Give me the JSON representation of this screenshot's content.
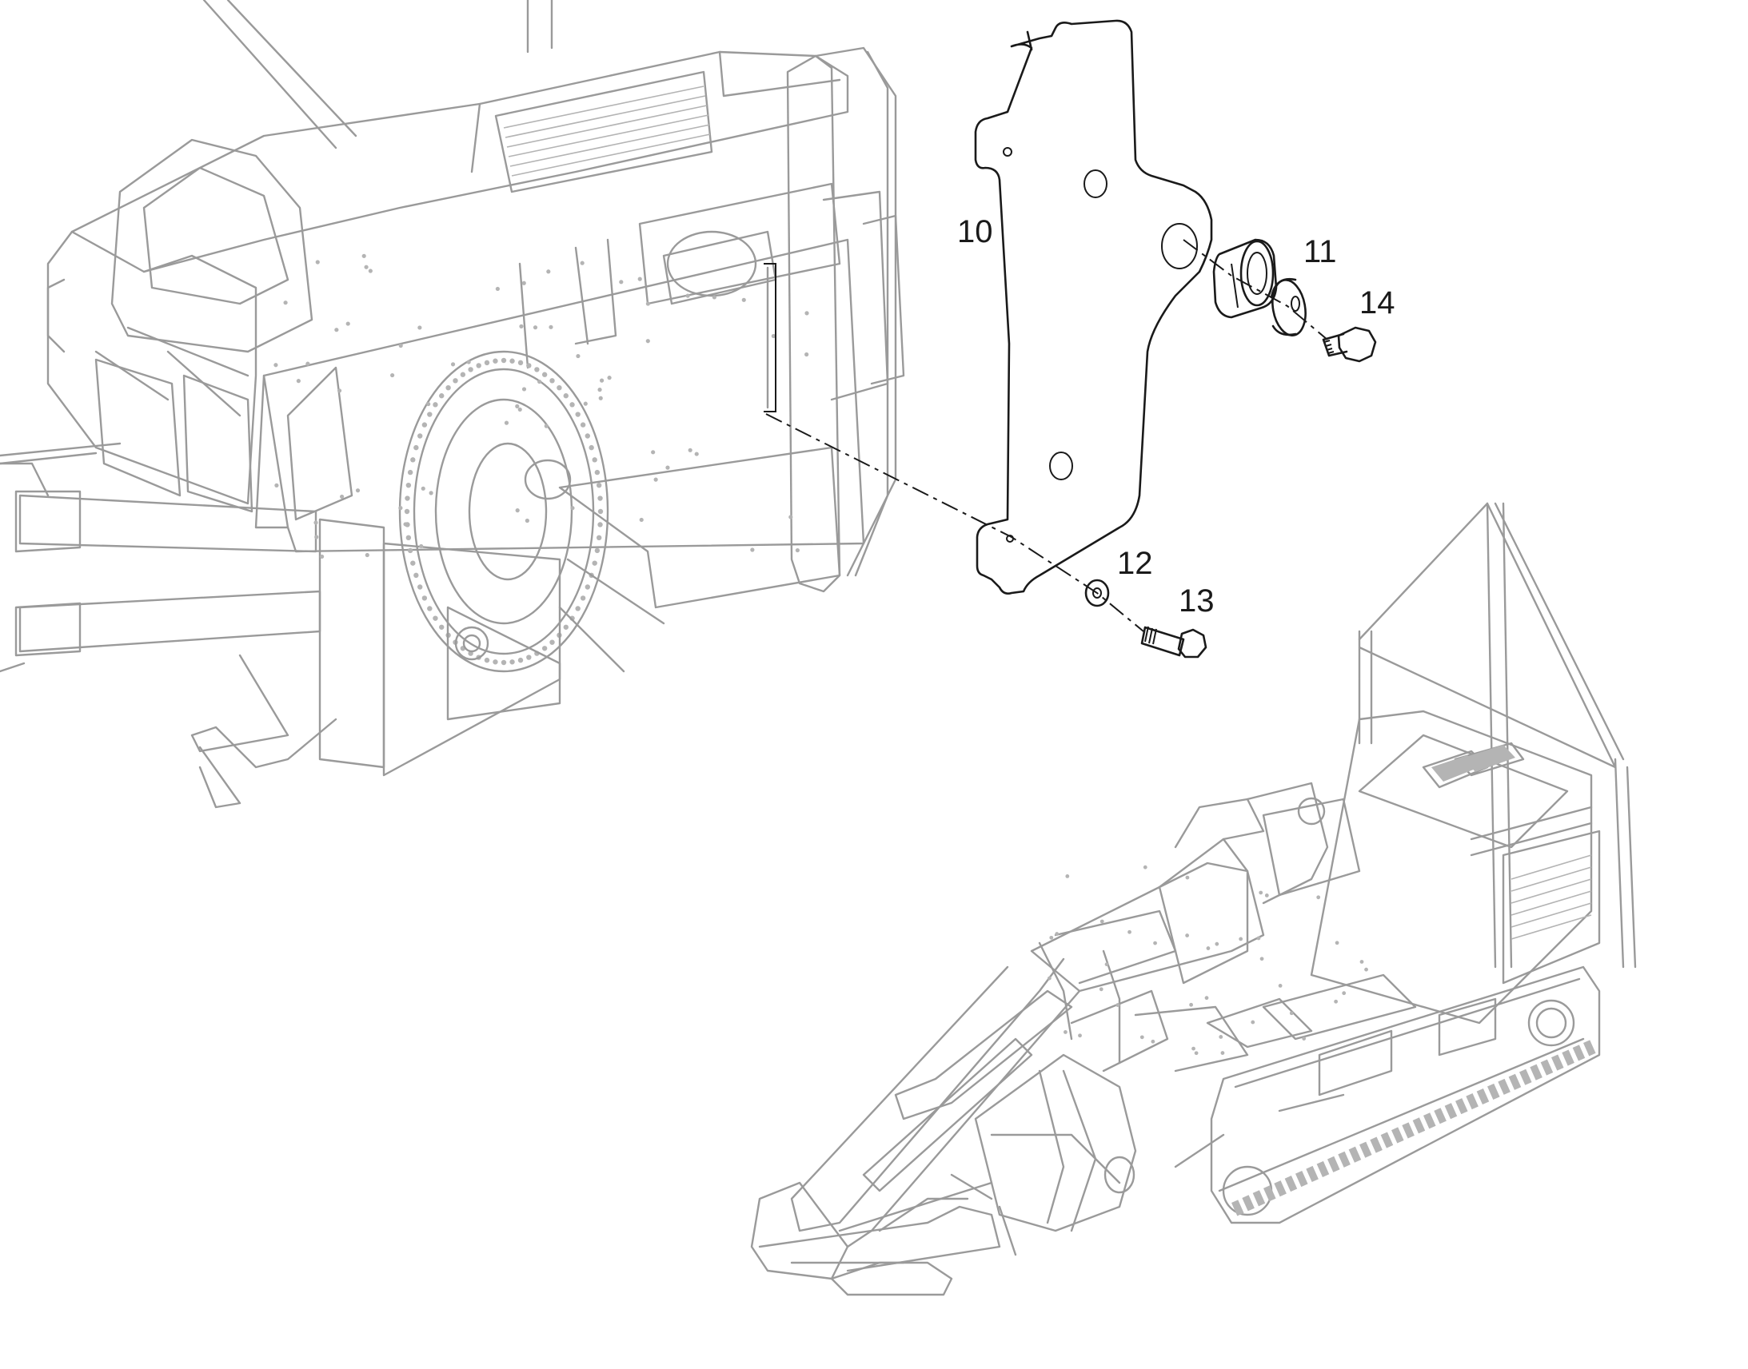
{
  "callouts": [
    {
      "id": "10",
      "label": "10"
    },
    {
      "id": "11",
      "label": "11"
    },
    {
      "id": "14",
      "label": "14"
    },
    {
      "id": "12",
      "label": "12"
    },
    {
      "id": "13",
      "label": "13"
    }
  ],
  "colors": {
    "line": "#1a1a1a",
    "context": "#9a9a9a",
    "background": "#ffffff"
  }
}
